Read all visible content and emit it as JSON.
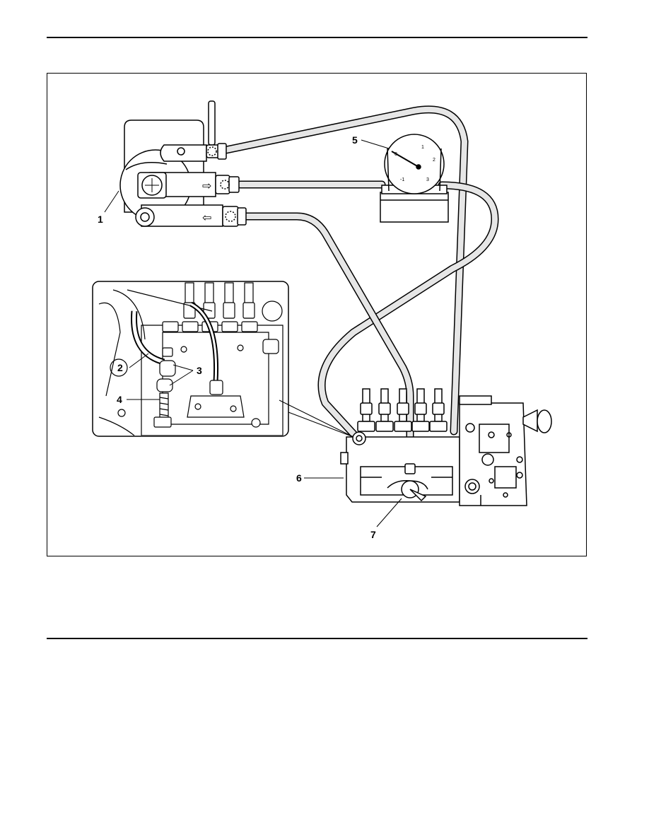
{
  "figure": {
    "callouts": {
      "c1": "1",
      "c2": "2",
      "c3": "3",
      "c4": "4",
      "c5": "5",
      "c6": "6",
      "c7": "7"
    },
    "gauge_scale": [
      "0",
      "1",
      "2",
      "3",
      "-1"
    ],
    "arrows": {
      "feed": "⇨",
      "return": "⇦"
    }
  },
  "colors": {
    "ink": "#000000",
    "hose_fill": "#e6e6e6",
    "paper": "#ffffff",
    "part_fill": "#ffffff",
    "shade": "#cfcfcf"
  }
}
